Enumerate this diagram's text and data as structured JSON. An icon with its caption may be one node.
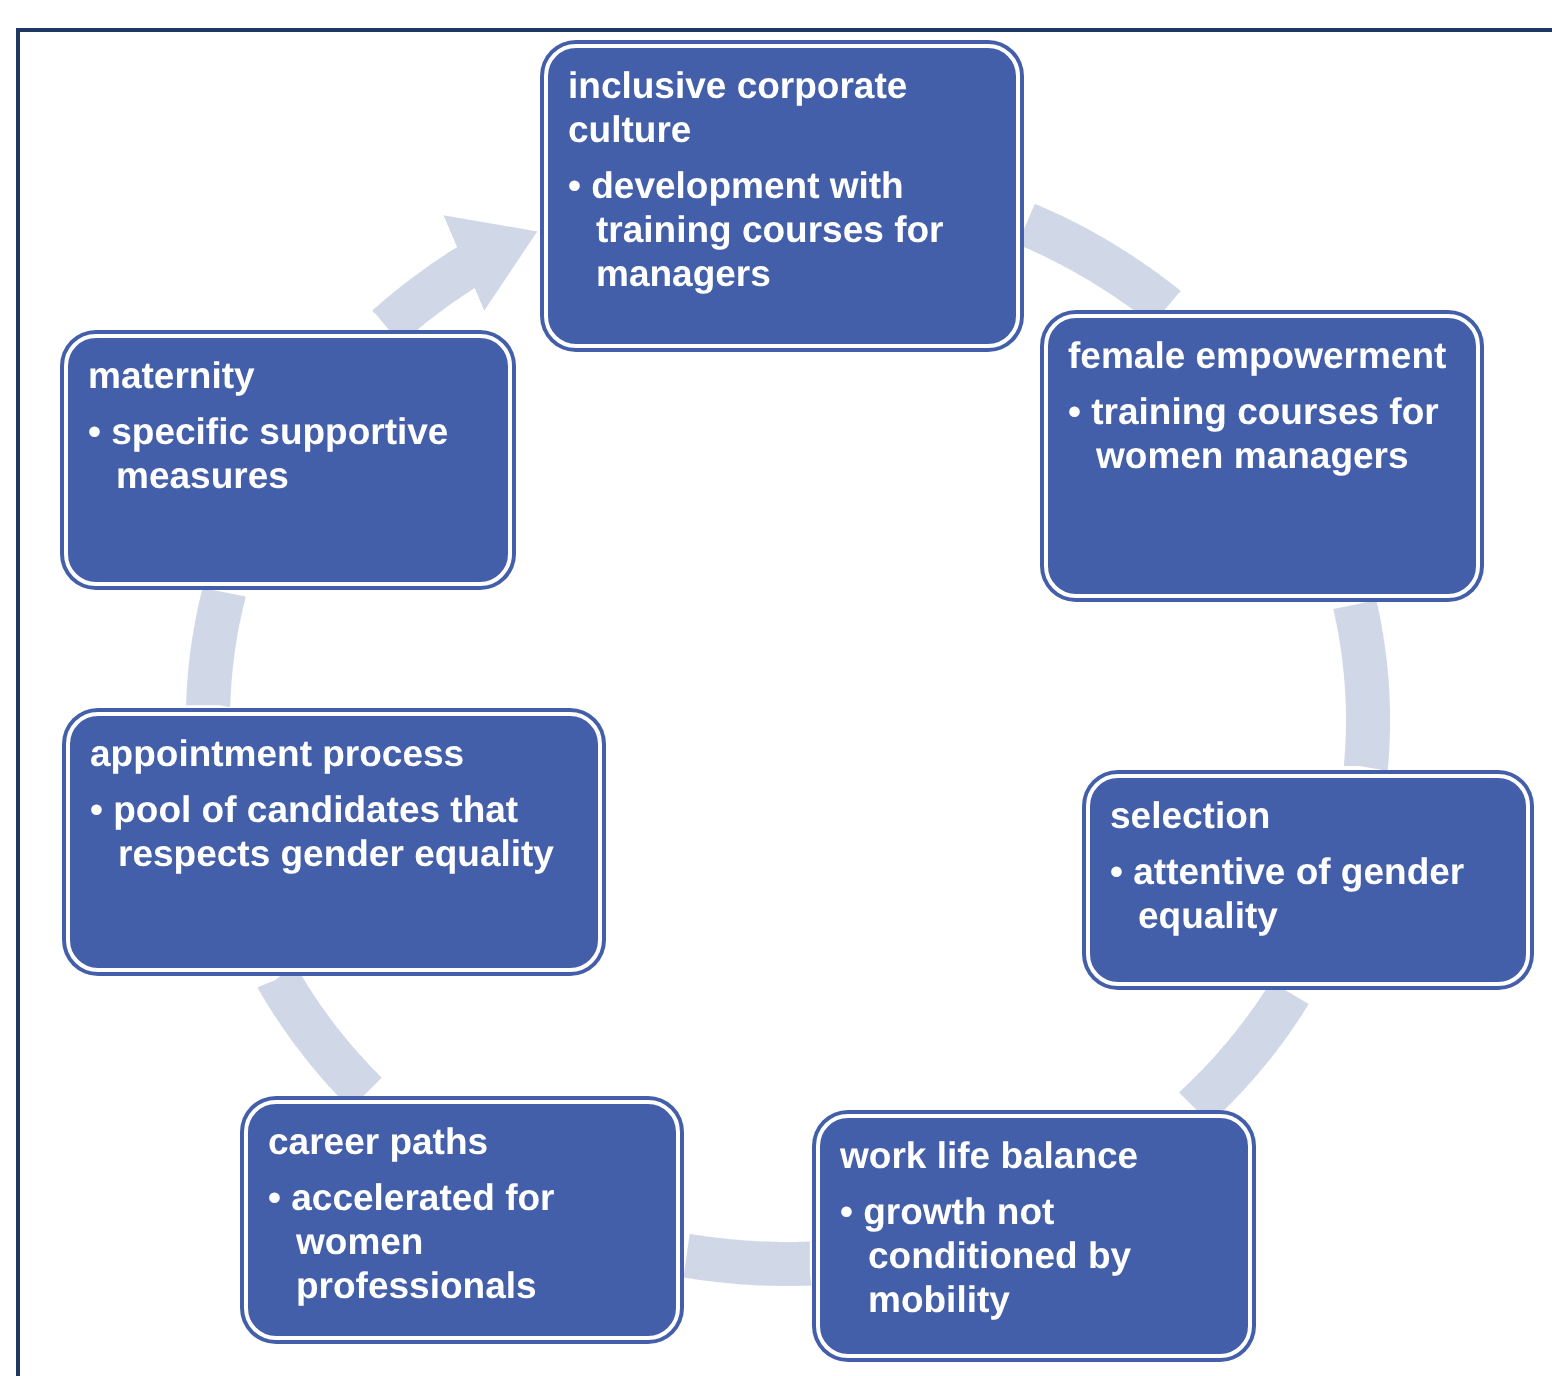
{
  "diagram": {
    "nodes": [
      {
        "text": [
          "inclusive corporate culture",
          "• development with training courses for managers"
        ]
      },
      {
        "text": [
          "female empowerment",
          "• training courses for women managers"
        ]
      },
      {
        "text": [
          "maternity",
          "• specific supportive measures"
        ]
      },
      {
        "text": [
          "appointment process",
          "• pool of candidates that respects gender equality"
        ]
      },
      {
        "text": [
          "selection",
          "• attentive of gender equality"
        ]
      },
      {
        "text": [
          "career paths",
          "• accelerated for women professionals"
        ]
      },
      {
        "text": [
          "work life balance",
          "• growth not conditioned by mobility"
        ]
      }
    ],
    "edges": [
      {
        "from": 0,
        "to": 1,
        "arrow": "none"
      },
      {
        "from": 1,
        "to": 4,
        "arrow": "none"
      },
      {
        "from": 4,
        "to": 6,
        "arrow": "none"
      },
      {
        "from": 6,
        "to": 5,
        "arrow": "none"
      },
      {
        "from": 5,
        "to": 3,
        "arrow": "none"
      },
      {
        "from": 3,
        "to": 2,
        "arrow": "none"
      },
      {
        "from": 2,
        "to": 0,
        "arrow": "to"
      }
    ]
  }
}
